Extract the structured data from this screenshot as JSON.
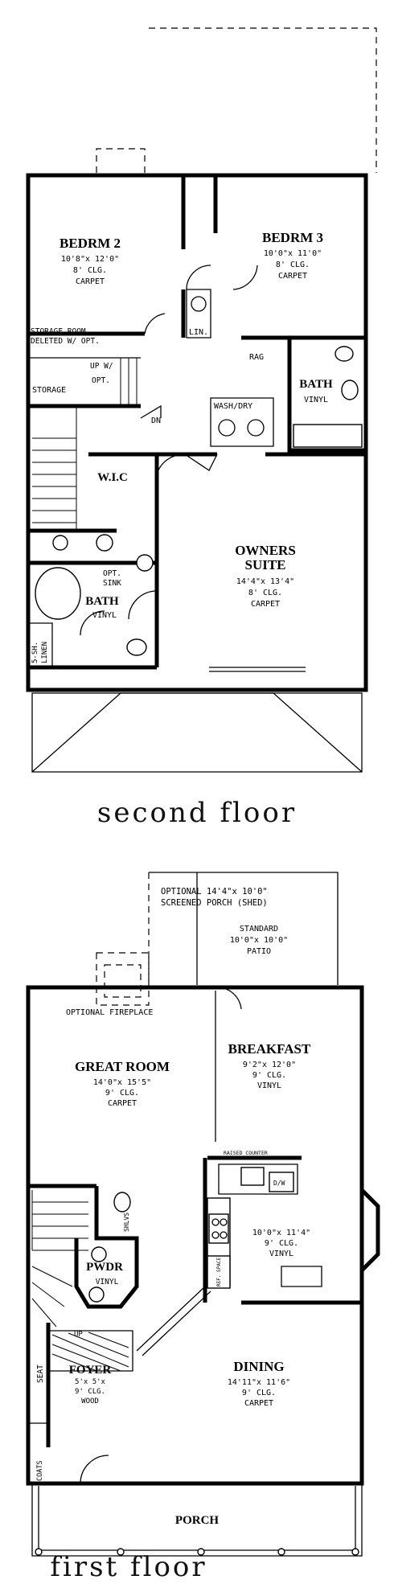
{
  "second_floor": {
    "caption": "second floor",
    "bedroom2": {
      "name": "BEDRM 2",
      "size": "10'8\"x 12'0\"",
      "ceiling": "8' CLG.",
      "floor": "CARPET"
    },
    "bedroom3": {
      "name": "BEDRM 3",
      "size": "10'0\"x 11'0\"",
      "ceiling": "8' CLG.",
      "floor": "CARPET"
    },
    "storage_note_1": "STORAGE ROOM",
    "storage_note_2": "DELETED W/ OPT.",
    "up_w_opt_1": "UP W/",
    "up_w_opt_2": "OPT.",
    "storage": "STORAGE",
    "linen": "LIN.",
    "rag": "RAG",
    "wash_dry": "WASH/DRY",
    "bath_small": {
      "name": "BATH",
      "floor": "VINYL"
    },
    "dn": "DN",
    "wic": "W.I.C",
    "owners_suite": {
      "name_1": "OWNERS",
      "name_2": "SUITE",
      "size": "14'4\"x 13'4\"",
      "ceiling": "8' CLG.",
      "floor": "CARPET"
    },
    "opt_sink_1": "OPT.",
    "opt_sink_2": "SINK",
    "bath_main": {
      "name": "BATH",
      "floor": "VINYL"
    },
    "linen_shelf_1": "5-SH.",
    "linen_shelf_2": "LINEN"
  },
  "first_floor": {
    "caption": "first floor",
    "screened_porch_1": "OPTIONAL 14'4\"x 10'0\"",
    "screened_porch_2": "SCREENED PORCH (SHED)",
    "patio": {
      "label": "STANDARD",
      "size": "10'0\"x 10'0\"",
      "name": "PATIO"
    },
    "fireplace": "OPTIONAL FIREPLACE",
    "great_room": {
      "name": "GREAT ROOM",
      "size": "14'0\"x 15'5\"",
      "ceiling": "9' CLG.",
      "floor": "CARPET"
    },
    "breakfast": {
      "name": "BREAKFAST",
      "size": "9'2\"x 12'0\"",
      "ceiling": "9' CLG.",
      "floor": "VINYL"
    },
    "raised_counter": "RAISED COUNTER",
    "dw": "D/W",
    "kitchen": {
      "size": "10'0\"x 11'4\"",
      "ceiling": "9' CLG.",
      "floor": "VINYL"
    },
    "ref_space": "REF. SPACE",
    "shelves": "SHLVS",
    "powder": {
      "name": "PWDR",
      "floor": "VINYL"
    },
    "up": "UP",
    "seat": "SEAT",
    "foyer": {
      "name": "FOYER",
      "size": "5'x 5'x",
      "ceiling": "9' CLG.",
      "floor": "WOOD"
    },
    "dining": {
      "name": "DINING",
      "size": "14'11\"x 11'6\"",
      "ceiling": "9' CLG.",
      "floor": "CARPET"
    },
    "coats": "COATS",
    "porch": "PORCH"
  }
}
